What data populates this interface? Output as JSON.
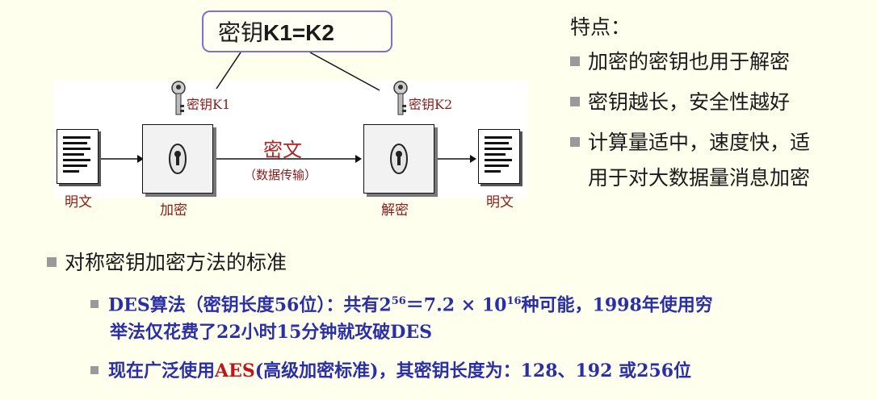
{
  "diagram": {
    "key_callout_prefix": "密钥",
    "key_callout_formula": "K1=K2",
    "key1_label": "密钥K1",
    "key2_label": "密钥K2",
    "plaintext_label_left": "明文",
    "plaintext_label_right": "明文",
    "encrypt_label": "加密",
    "decrypt_label": "解密",
    "ciphertext_label": "密文",
    "transmission_label": "（数据传输）"
  },
  "features": {
    "title": "特点：",
    "items": [
      "加密的密钥也用于解密",
      "密钥越长，安全性越好",
      "计算量适中，速度快，适",
      "用于对大数据量消息加密"
    ]
  },
  "standards": {
    "title": "对称密钥加密方法的标准",
    "des": {
      "name": "DES",
      "text1": "算法（密钥长度",
      "len": "56",
      "text2": "位）：共有",
      "base": "2",
      "exp": "56",
      "eq": "＝7.2 × 10",
      "exp2": "16",
      "text3": "种可能，",
      "year": "1998",
      "text4": "年使用穷",
      "line2a": "举法仅花费了",
      "hours": "22",
      "line2b": "小时",
      "mins": "15",
      "line2c": "分钟就攻破",
      "line2d": "DES"
    },
    "aes": {
      "text1": "现在广泛使用",
      "name": "AES",
      "text2": "(高级加密标准)，其密钥长度为：",
      "sizes": "128、192",
      "text3": " 或",
      "last": "256",
      "text4": "位"
    }
  },
  "colors": {
    "background": "#FFFFEE",
    "callout_border": "#7A72D0",
    "label_dark_red": "#8B1A1A",
    "highlight_blue": "#2A2FA8",
    "highlight_red": "#C0141C"
  }
}
